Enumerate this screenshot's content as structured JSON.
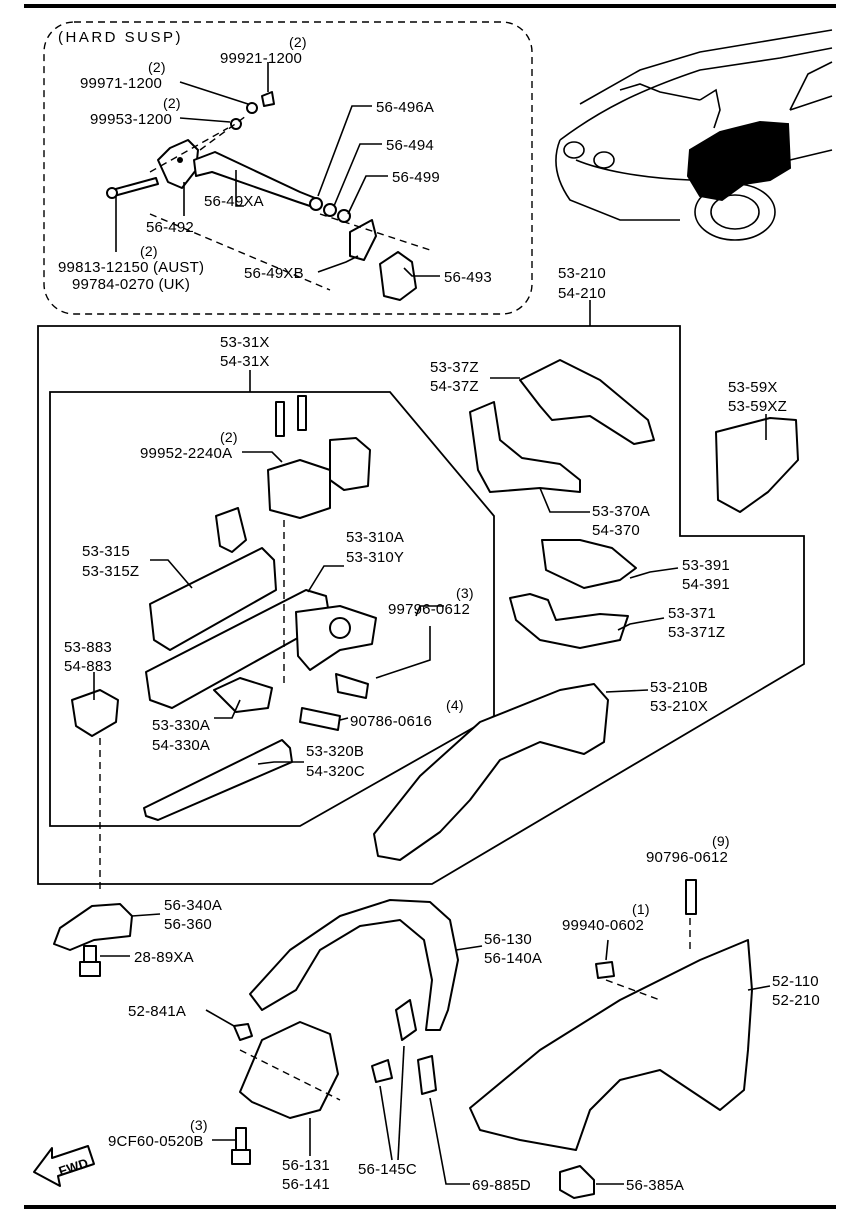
{
  "header": {
    "label": "(HARD  SUSP)"
  },
  "callouts": {
    "p99921": {
      "qty": "(2)",
      "code": "99921-1200"
    },
    "p99971": {
      "qty": "(2)",
      "code": "99971-1200"
    },
    "p99953": {
      "qty": "(2)",
      "code": "99953-1200"
    },
    "p56496A": {
      "code": "56-496A"
    },
    "p56494": {
      "code": "56-494"
    },
    "p56499": {
      "code": "56-499"
    },
    "p5649XA": {
      "code": "56-49XA"
    },
    "p56492": {
      "code": "56-492"
    },
    "p99813": {
      "qty": "(2)",
      "code": "99813-12150 (AUST)",
      "code2": "99784-0270 (UK)"
    },
    "p5649XB": {
      "code": "56-49XB"
    },
    "p56493": {
      "code": "56-493"
    },
    "p53210": {
      "code": "53-210",
      "code2": "54-210"
    },
    "p5331X": {
      "code": "53-31X",
      "code2": "54-31X"
    },
    "p5337Z": {
      "code": "53-37Z",
      "code2": "54-37Z"
    },
    "p5359X": {
      "code": "53-59X",
      "code2": "53-59XZ"
    },
    "p99952": {
      "qty": "(2)",
      "code": "99952-2240A"
    },
    "p53370A": {
      "code": "53-370A",
      "code2": "54-370"
    },
    "p53315": {
      "code": "53-315",
      "code2": "53-315Z"
    },
    "p53310A": {
      "code": "53-310A",
      "code2": "53-310Y"
    },
    "p53391": {
      "code": "53-391",
      "code2": "54-391"
    },
    "p99796": {
      "qty": "(3)",
      "code": "99796-0612"
    },
    "p53371": {
      "code": "53-371",
      "code2": "53-371Z"
    },
    "p53883": {
      "code": "53-883",
      "code2": "54-883"
    },
    "p53210B": {
      "code": "53-210B",
      "code2": "53-210X"
    },
    "p90786": {
      "qty": "(4)",
      "code": "90786-0616"
    },
    "p53330A": {
      "code": "53-330A",
      "code2": "54-330A"
    },
    "p53320B": {
      "code": "53-320B",
      "code2": "54-320C"
    },
    "p90796": {
      "qty": "(9)",
      "code": "90796-0612"
    },
    "p56340A": {
      "code": "56-340A",
      "code2": "56-360"
    },
    "p2889XA": {
      "code": "28-89XA"
    },
    "p56130": {
      "code": "56-130",
      "code2": "56-140A"
    },
    "p99940": {
      "qty": "(1)",
      "code": "99940-0602"
    },
    "p52110": {
      "code": "52-110",
      "code2": "52-210"
    },
    "p52841A": {
      "code": "52-841A"
    },
    "p9CF60": {
      "qty": "(3)",
      "code": "9CF60-0520B"
    },
    "p56131": {
      "code": "56-131",
      "code2": "56-141"
    },
    "p56145C": {
      "code": "56-145C"
    },
    "p69885D": {
      "code": "69-885D"
    },
    "p56385A": {
      "code": "56-385A"
    }
  },
  "direction_arrow": {
    "label": "FWD"
  }
}
